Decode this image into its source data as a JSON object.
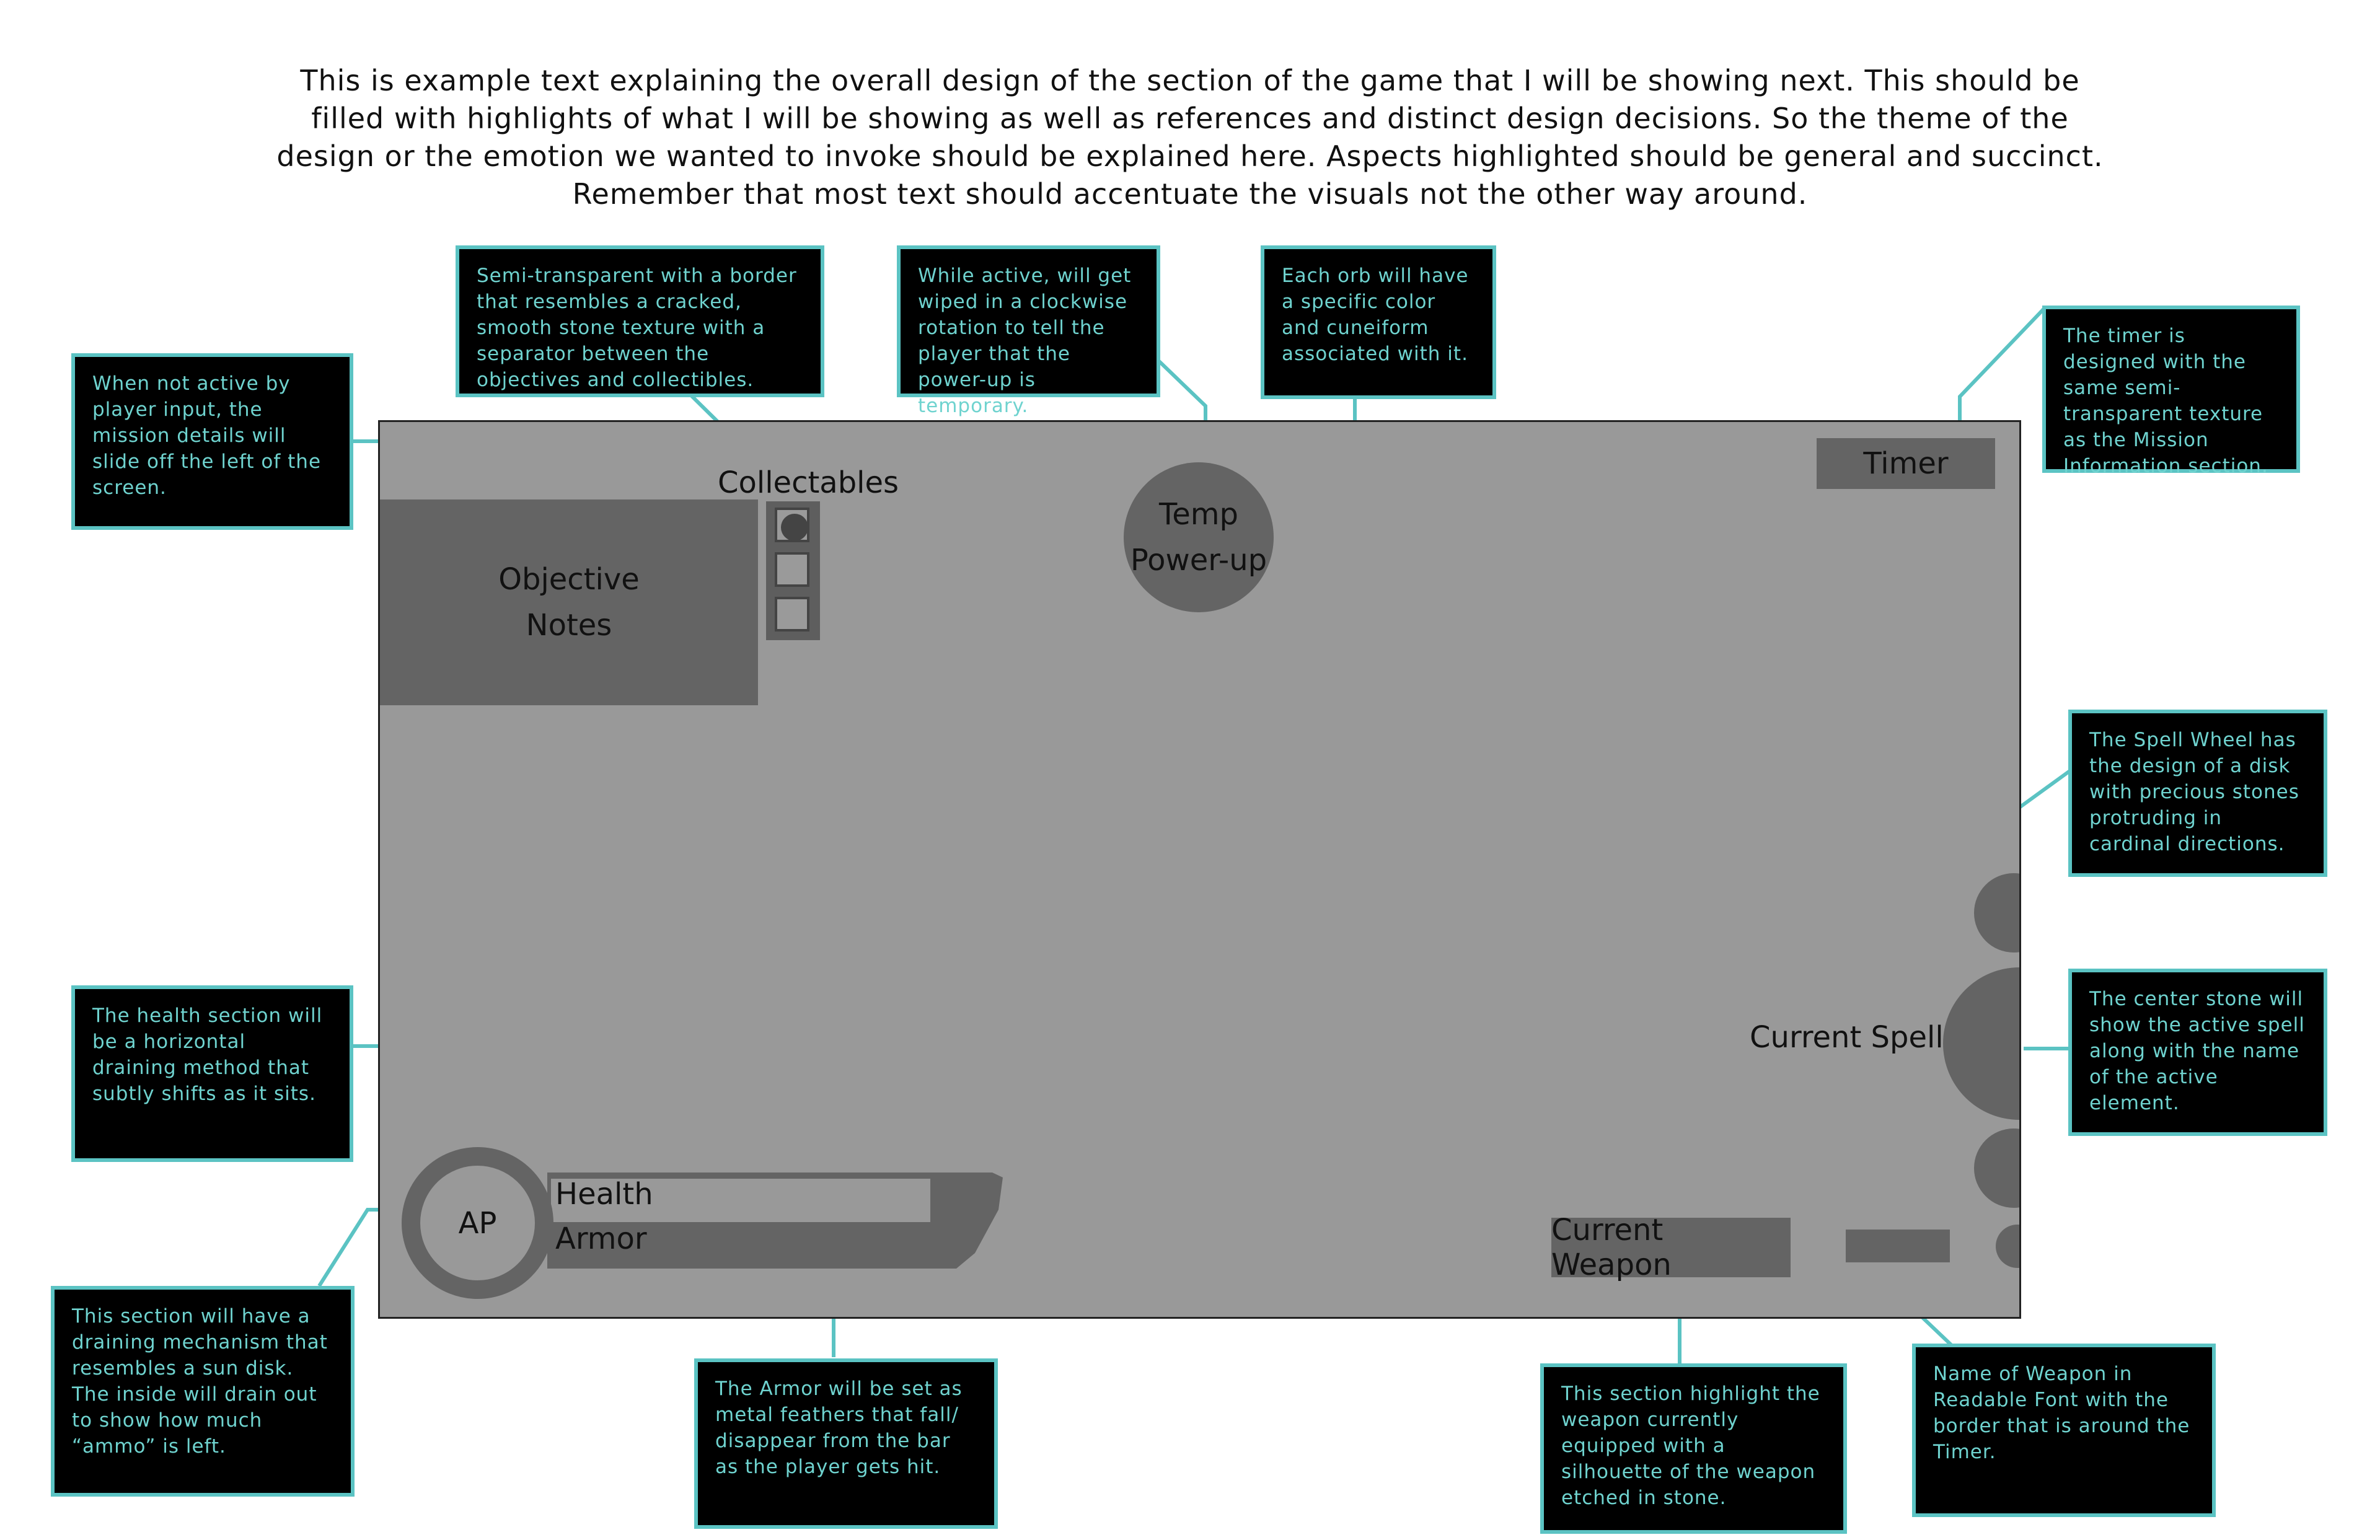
{
  "intro_text": "This is example text explaining the overall design of the section of the game that I will be showing next. This should be filled with highlights of what I will be showing as well as references and distinct design decisions. So the theme of the design or the emotion we wanted to invoke should be explained here. Aspects highlighted should be general and succinct. Remember that most text should accentuate the visuals not the other way around.",
  "hud": {
    "objective_line1": "Objective",
    "objective_line2": "Notes",
    "collectables": "Collectables",
    "orb_line1": "Temp",
    "orb_line2": "Power-up",
    "timer": "Timer",
    "current_spell": "Current Spell",
    "current_weapon": "Current Weapon",
    "ap": "AP",
    "health": "Health",
    "armor": "Armor"
  },
  "notes": {
    "mission": "When not active by player input, the mission details will slide off the left of the screen.",
    "collectables": "Semi-transparent with a border that resembles a cracked, smooth stone texture with a separator between the objectives and collectibles.",
    "powerup": "While active, will get wiped in a clockwise rotation to tell the player that the power-up is temporary.",
    "orb": "Each orb will have a specific color and cuneiform associated with it.",
    "timer": "The timer is designed with the same semi-transparent texture as the Mission Information section.",
    "spell_wheel": "The Spell Wheel has the design of a disk with precious stones protruding in cardinal directions.",
    "center_stone": "The center stone will show the active spell along with the name of the active element.",
    "health": "The health section will be a horizontal draining method that subtly shifts as it sits.",
    "ap": "This section will have a draining mechanism that resembles a sun disk. The inside will drain out to show how much “ammo” is left.",
    "armor": "The Armor will be set as metal feathers that fall/ disappear from the bar as the player gets hit.",
    "weapon": "This section highlight the weapon currently equipped with a silhouette of the weapon etched in stone.",
    "weapon_name": "Name of Weapon in Readable Font with the border that is around the Timer."
  },
  "colors": {
    "screen": "#999999",
    "panel": "#646464",
    "note_bg": "#000000",
    "note_border": "#5bc3c3",
    "note_text": "#6fd3cf"
  }
}
